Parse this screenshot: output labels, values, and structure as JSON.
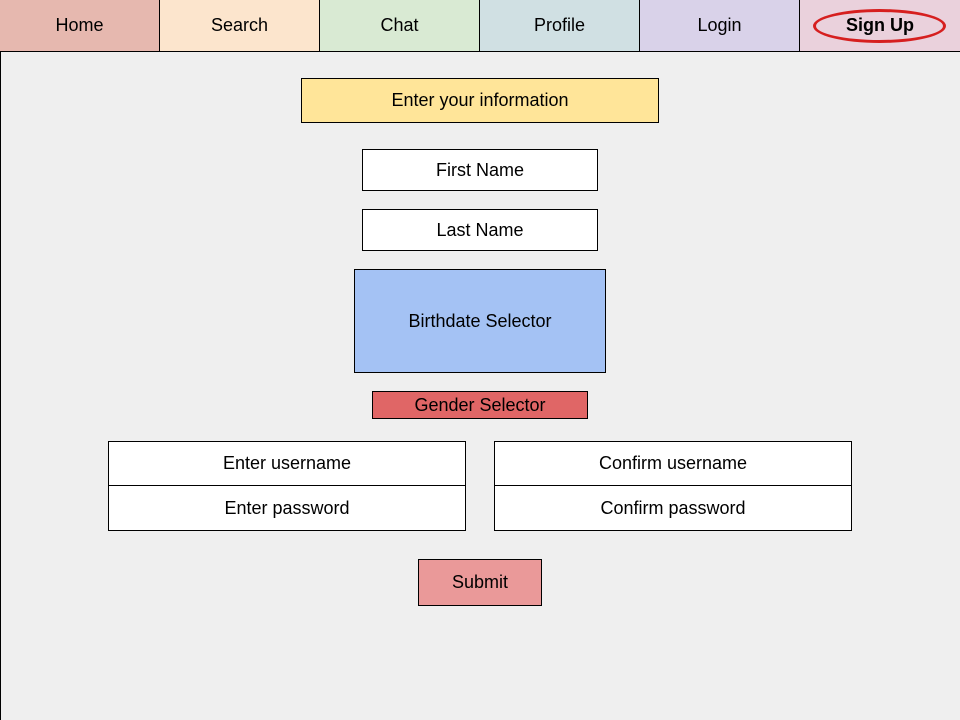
{
  "nav": {
    "tabs": [
      {
        "label": "Home",
        "color": "#e6b8af"
      },
      {
        "label": "Search",
        "color": "#fce5cd"
      },
      {
        "label": "Chat",
        "color": "#d9ead3"
      },
      {
        "label": "Profile",
        "color": "#d0e0e3"
      },
      {
        "label": "Login",
        "color": "#d9d2e9"
      },
      {
        "label": "Sign Up",
        "color": "#ead1dc",
        "active": true,
        "highlight_color": "#d61f1f"
      }
    ]
  },
  "form": {
    "header": {
      "label": "Enter your information",
      "color": "#ffe599"
    },
    "first_name": "First Name",
    "last_name": "Last Name",
    "birthdate": {
      "label": "Birthdate Selector",
      "color": "#a4c2f4"
    },
    "gender": {
      "label": "Gender Selector",
      "color": "#e06666"
    },
    "left_credentials": {
      "username": "Enter username",
      "password": "Enter password"
    },
    "right_credentials": {
      "username": "Confirm username",
      "password": "Confirm password"
    },
    "submit": {
      "label": "Submit",
      "color": "#ea9999"
    }
  }
}
